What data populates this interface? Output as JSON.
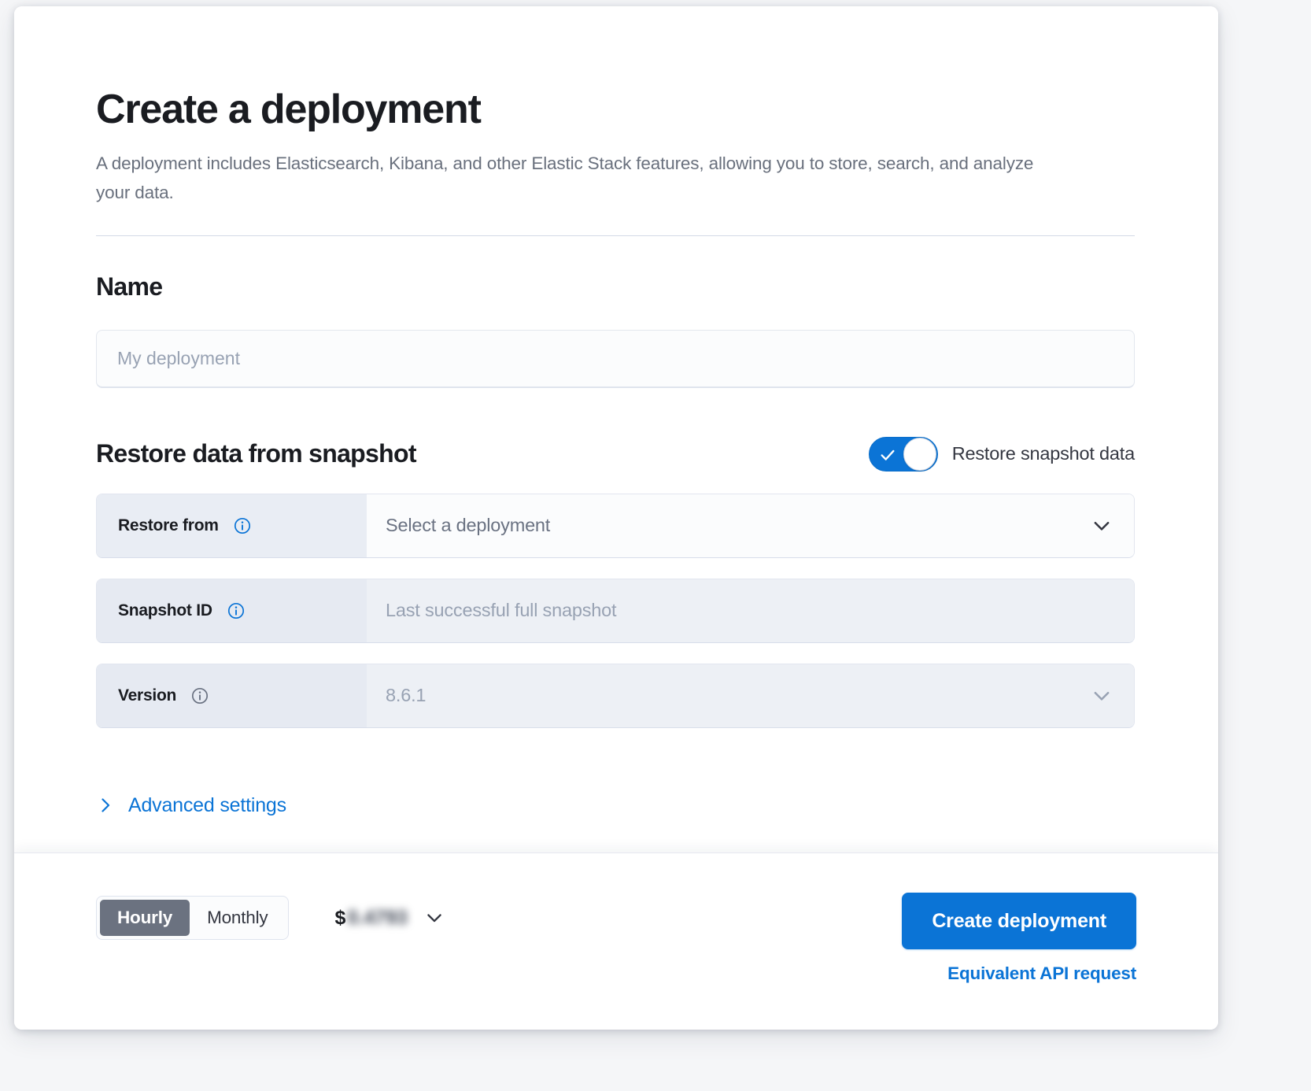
{
  "header": {
    "title": "Create a deployment",
    "subtitle": "A deployment includes Elasticsearch, Kibana, and other Elastic Stack features, allowing you to store, search, and analyze your data."
  },
  "name_section": {
    "heading": "Name",
    "input_value": "",
    "input_placeholder": "My deployment"
  },
  "restore_section": {
    "heading": "Restore data from snapshot",
    "toggle": {
      "label": "Restore snapshot data",
      "checked": true,
      "on_color": "#0b74d6"
    },
    "rows": [
      {
        "label": "Restore from",
        "value": "Select a deployment",
        "info_icon": "info-circle-icon",
        "control": "chevron-down-icon",
        "disabled": false
      },
      {
        "label": "Snapshot ID",
        "value": "Last successful full snapshot",
        "info_icon": "info-circle-icon",
        "control": "none",
        "disabled": true
      },
      {
        "label": "Version",
        "value": "8.6.1",
        "info_icon": "info-circle-icon",
        "control": "chevron-down-icon",
        "disabled": true
      }
    ],
    "advanced_settings": {
      "label": "Advanced settings",
      "icon": "chevron-right-icon"
    }
  },
  "footer": {
    "billing_options": [
      {
        "label": "Hourly",
        "selected": true
      },
      {
        "label": "Monthly",
        "selected": false
      }
    ],
    "price": {
      "currency": "$",
      "amount": "0.4793",
      "obscured": true,
      "chevron": "chevron-down-icon"
    },
    "create_button": "Create deployment",
    "api_link": "Equivalent API request",
    "accent_color": "#0b74d6"
  }
}
